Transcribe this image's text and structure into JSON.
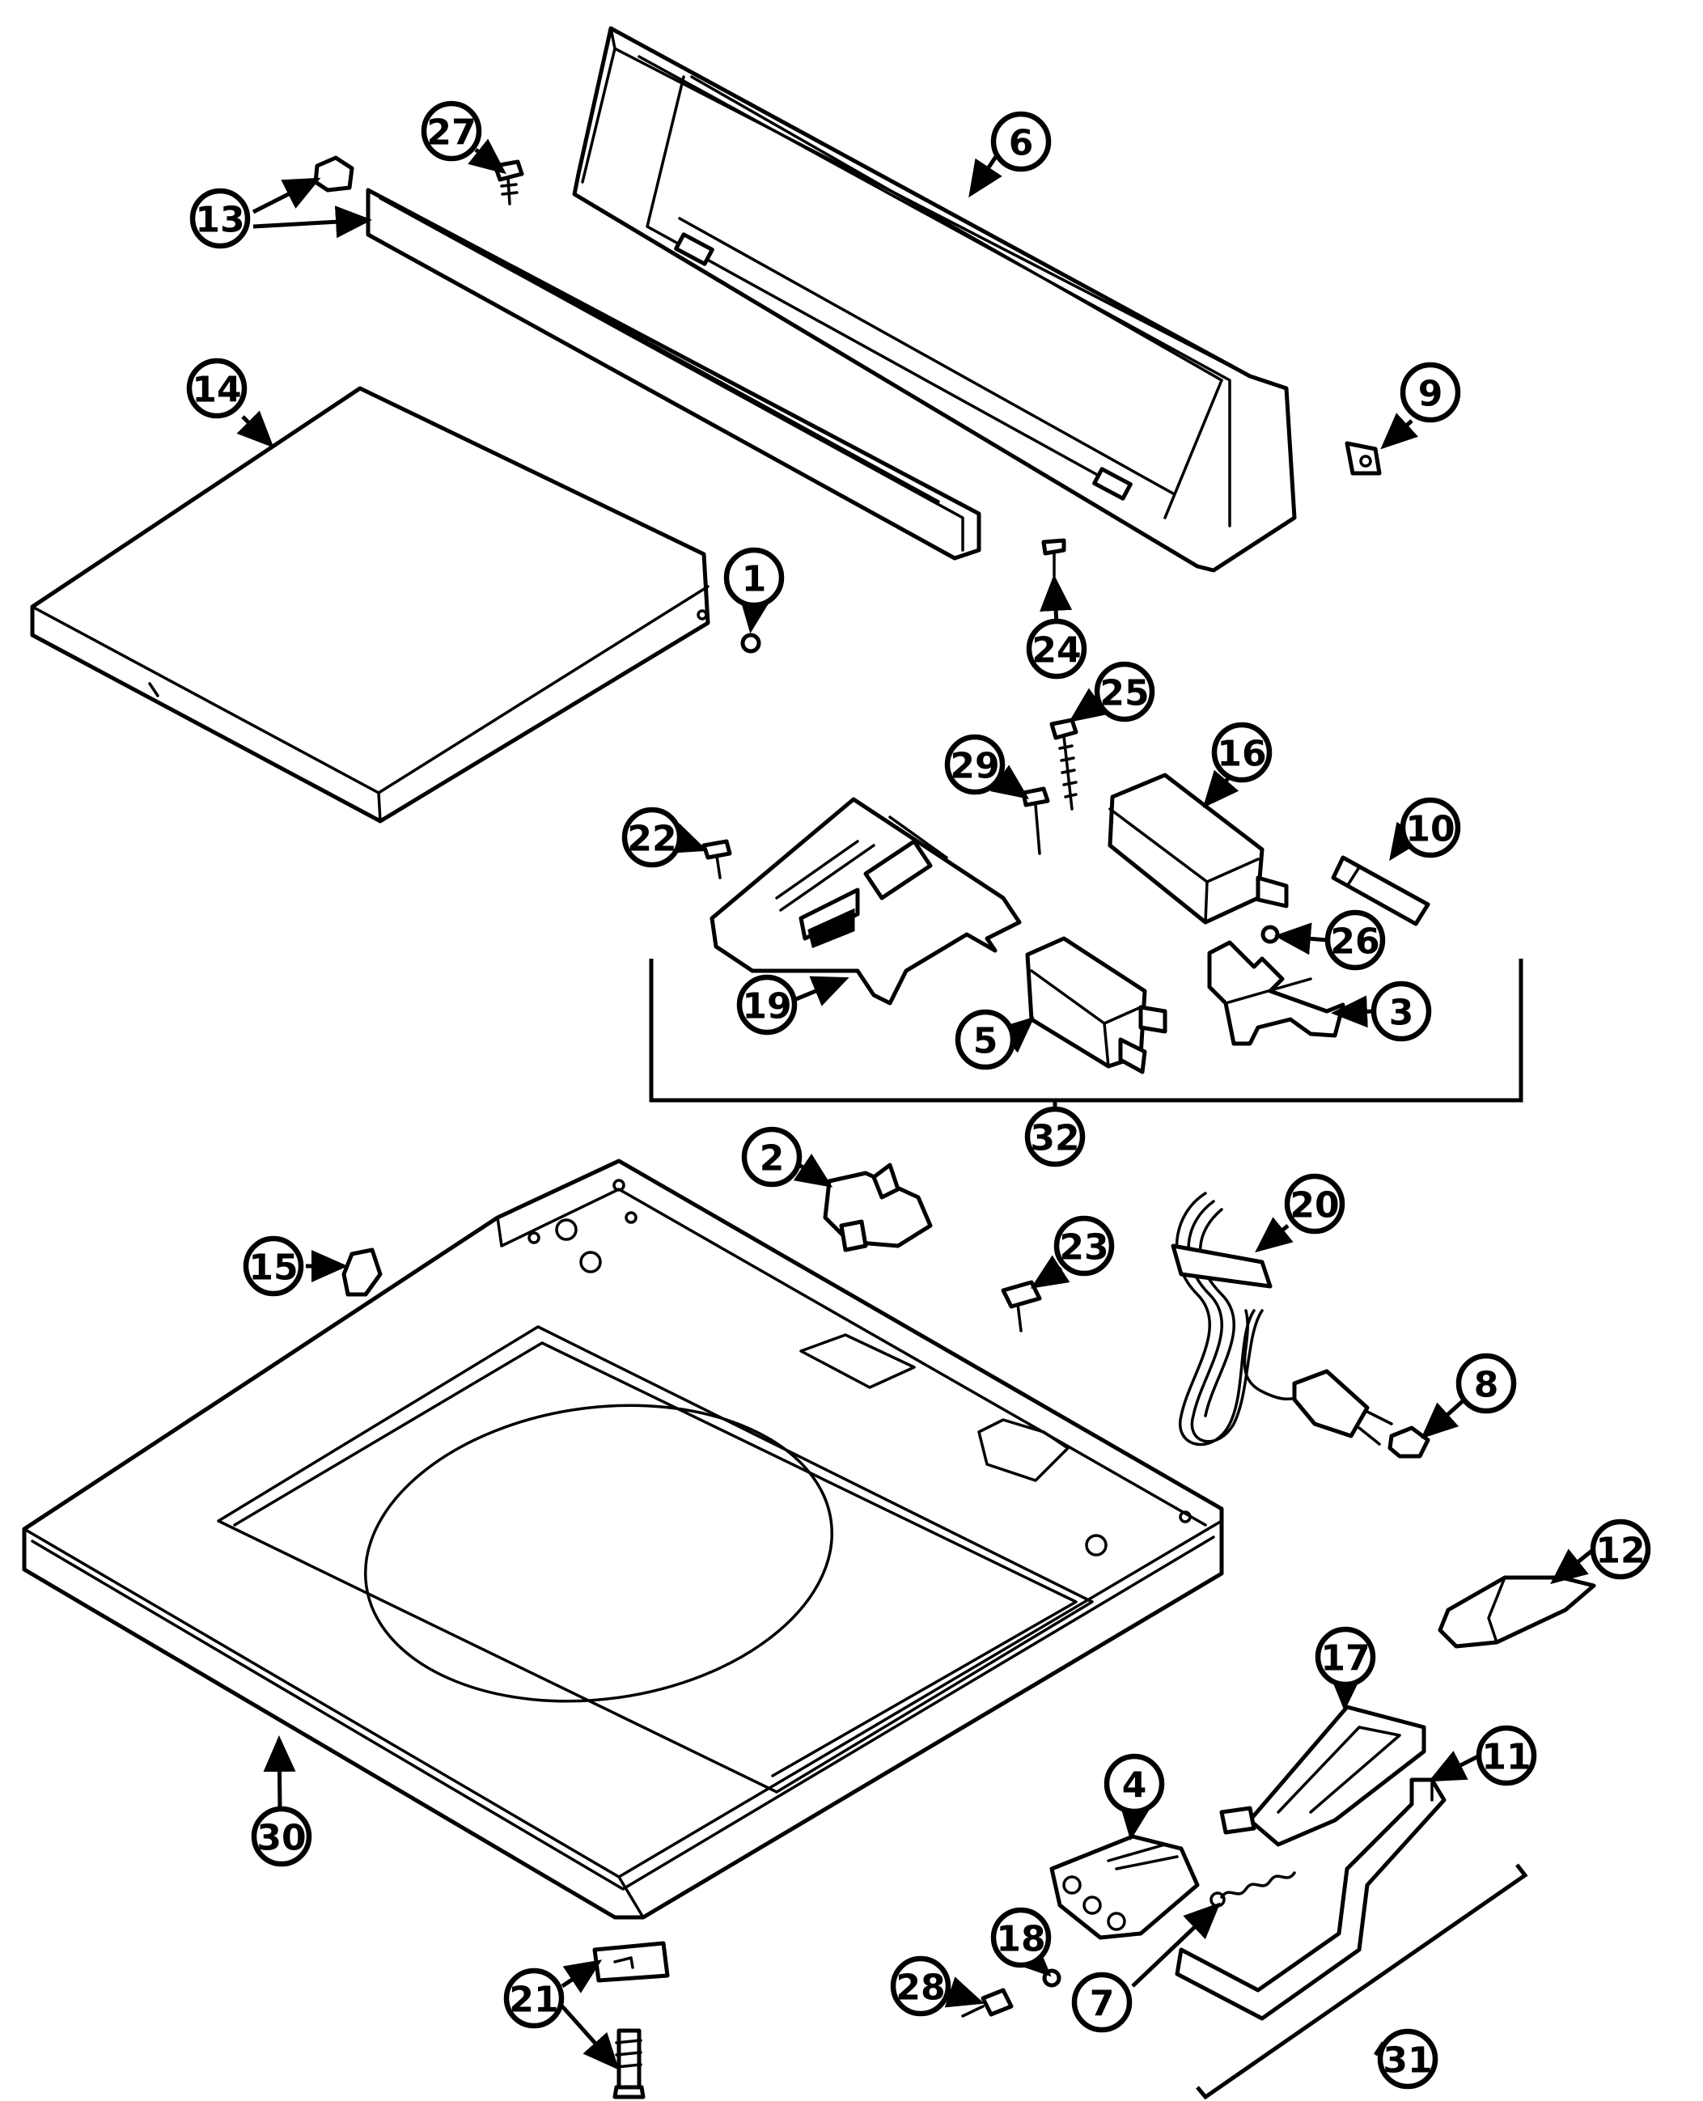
{
  "labels": {
    "p1": "1",
    "p2": "2",
    "p3": "3",
    "p4": "4",
    "p5": "5",
    "p6": "6",
    "p7": "7",
    "p8": "8",
    "p9": "9",
    "p10": "10",
    "p11": "11",
    "p12": "12",
    "p13": "13",
    "p14": "14",
    "p15": "15",
    "p16": "16",
    "p17": "17",
    "p18": "18",
    "p19": "19",
    "p20": "20",
    "p21": "21",
    "p22": "22",
    "p23": "23",
    "p24": "24",
    "p25": "25",
    "p26": "26",
    "p27": "27",
    "p28": "28",
    "p29": "29",
    "p30": "30",
    "p31": "31",
    "p32": "32"
  }
}
